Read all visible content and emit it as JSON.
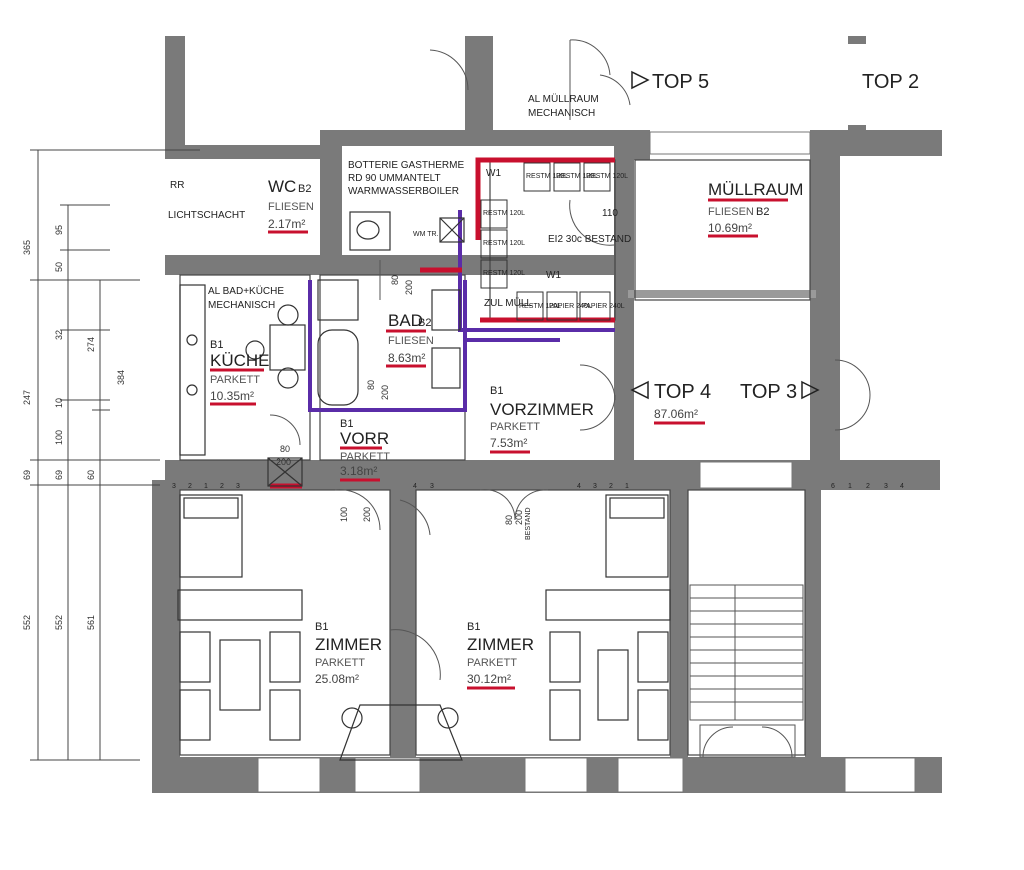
{
  "rooms": {
    "wc": {
      "code": "B2",
      "name": "WC",
      "floor": "FLIESEN",
      "area": "2.17m²"
    },
    "muellraum": {
      "code": "B2",
      "name": "MÜLLRAUM",
      "floor": "FLIESEN",
      "area": "10.69m²"
    },
    "bad": {
      "code": "B2",
      "name": "BAD",
      "floor": "FLIESEN",
      "area": "8.63m²"
    },
    "kueche": {
      "code": "B1",
      "name": "KÜCHE",
      "floor": "PARKETT",
      "area": "10.35m²"
    },
    "vorr": {
      "code": "B1",
      "name": "VORR",
      "floor": "PARKETT",
      "area": "3.18m²"
    },
    "vorzimmer": {
      "code": "B1",
      "name": "VORZIMMER",
      "floor": "PARKETT",
      "area": "7.53m²"
    },
    "zimmer_left": {
      "code": "B1",
      "name": "ZIMMER",
      "floor": "PARKETT",
      "area": "25.08m²"
    },
    "zimmer_right": {
      "code": "B1",
      "name": "ZIMMER",
      "floor": "PARKETT",
      "area": "30.12m²"
    },
    "top4_area": "87.06m²"
  },
  "labels": {
    "rr": "RR",
    "lichtschacht": "LICHTSCHACHT",
    "al_muell_1": "AL MÜLLRAUM",
    "al_muell_2": "MECHANISCH",
    "al_bad_1": "AL BAD+KÜCHE",
    "al_bad_2": "MECHANISCH",
    "botterie_1": "BOTTERIE GASTHERME",
    "botterie_2": "RD 90 UMMANTELT",
    "botterie_3": "WARMWASSERBOILER",
    "wm_tr": "WM TR.",
    "w1_a": "W1",
    "w1_b": "W1",
    "bestand_1": "EI2 30c BESTAND",
    "bestand_2": "BESTAND",
    "zul_muell": "ZUL MÜLL",
    "value_110": "110",
    "top5": "TOP 5",
    "top2": "TOP 2",
    "top4": "TOP 4",
    "top3": "TOP 3"
  },
  "bins": {
    "restm_top": [
      "RESTM 120L",
      "RESTM 120L",
      "RESTM 120L"
    ],
    "restm_left": [
      "RESTM 120L",
      "RESTM 120L",
      "RESTM 120L"
    ],
    "bottom": [
      "RESTM 120L",
      "PAPIER 240L",
      "PAPIER 240L"
    ]
  },
  "door_dims": [
    "80",
    "200",
    "80",
    "200",
    "80",
    "200",
    "100",
    "200",
    "80",
    "200"
  ],
  "dimensions": {
    "outer": [
      "365",
      "247",
      "69",
      "552"
    ],
    "middle": [
      "95",
      "50",
      "32",
      "10",
      "100",
      "69",
      "552"
    ],
    "inner": [
      "274",
      "384",
      "60",
      "561"
    ]
  },
  "window_numbers": {
    "left": [
      "3",
      "2",
      "1",
      "2",
      "3"
    ],
    "mid_left": [
      "4",
      "3"
    ],
    "mid_right": [
      "4",
      "3",
      "2",
      "1"
    ],
    "right": [
      "6",
      "1",
      "2",
      "3",
      "4"
    ]
  }
}
